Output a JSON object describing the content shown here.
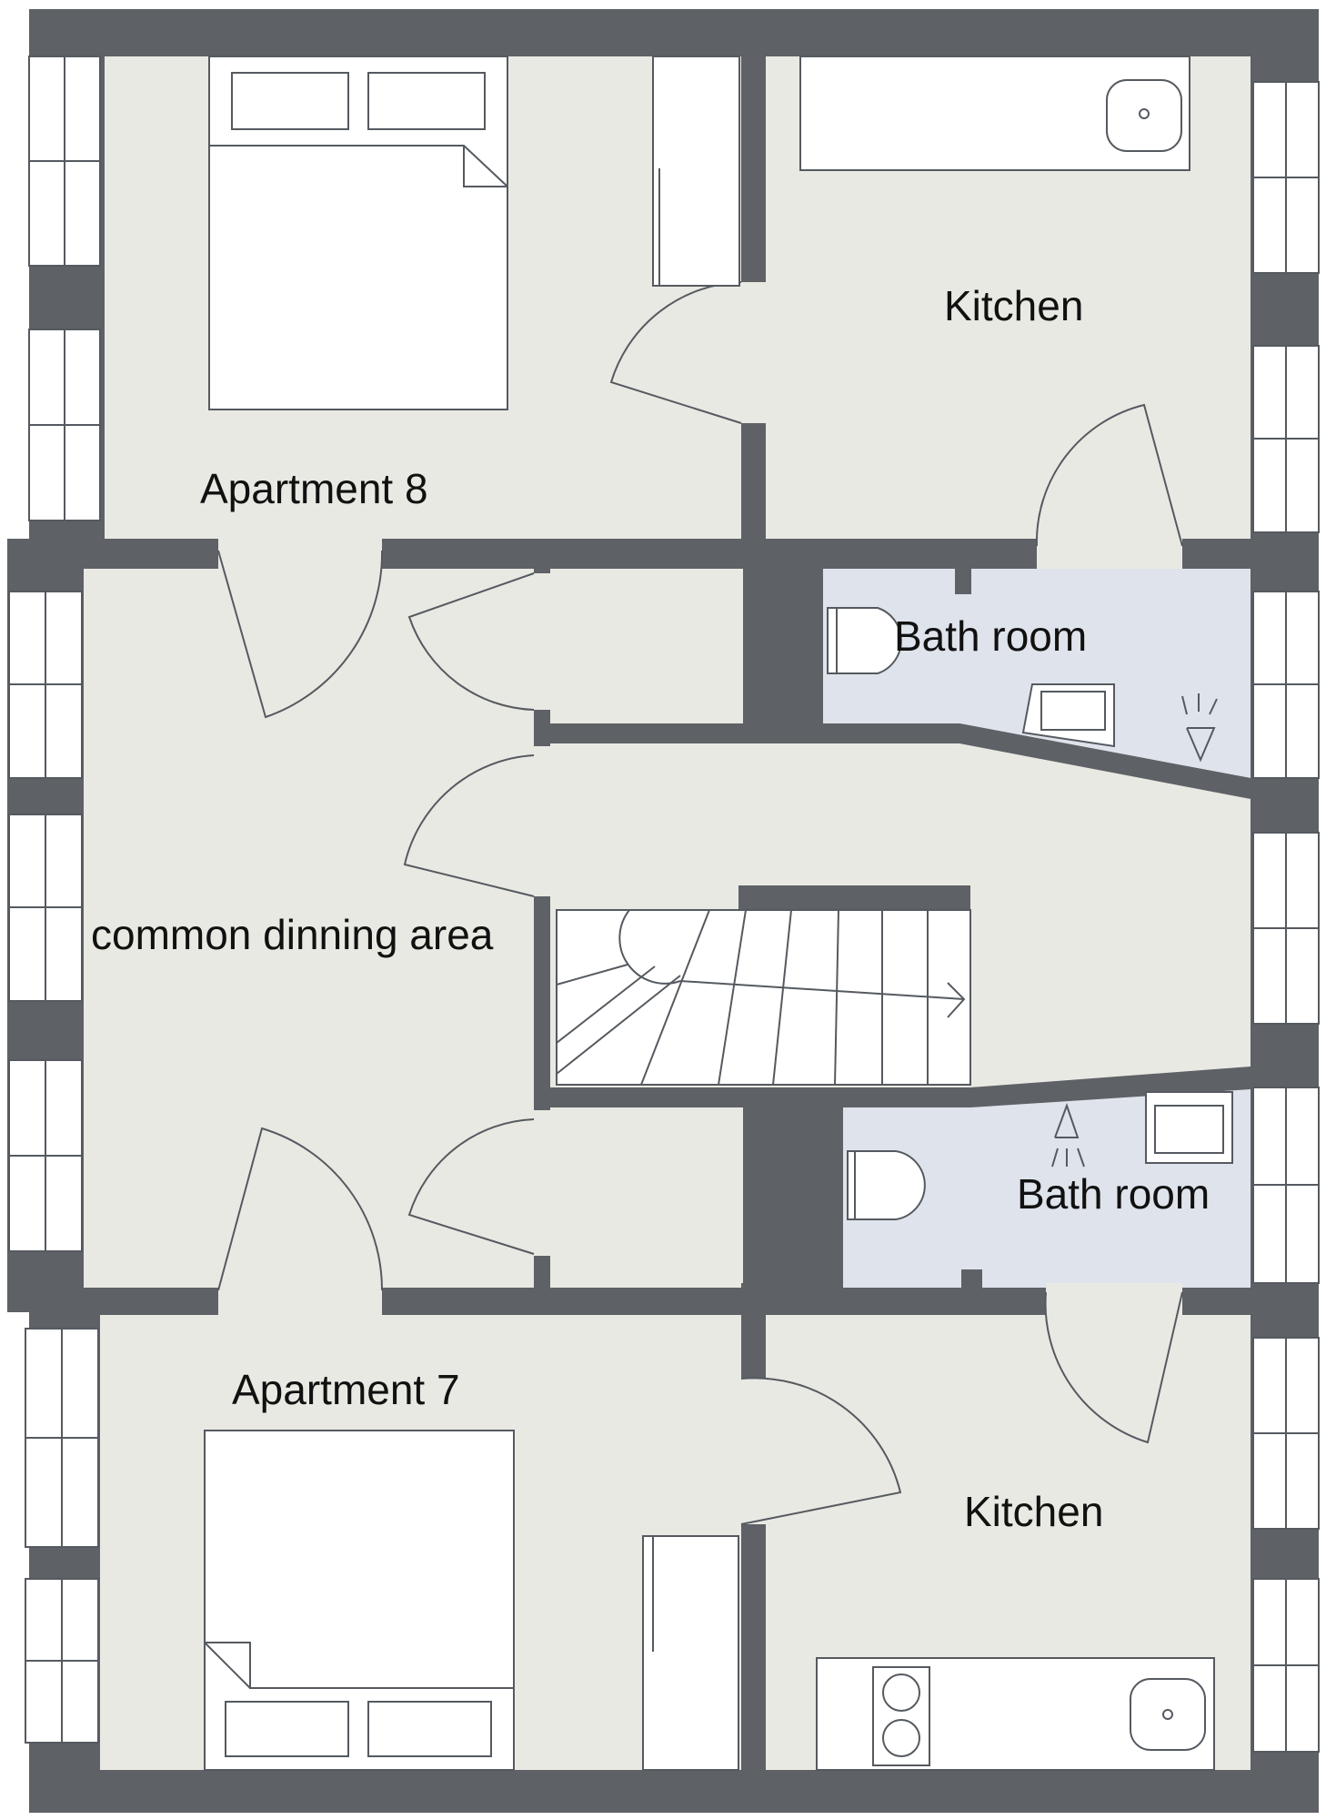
{
  "rooms": {
    "apartment_8": "Apartment 8",
    "kitchen_top": "Kitchen",
    "bath_top": "Bath room",
    "common": "common dinning area",
    "bath_bottom": "Bath room",
    "apartment_7": "Apartment 7",
    "kitchen_bottom": "Kitchen"
  },
  "colors": {
    "wall": "#5e6166",
    "floor": "#e9e9e3",
    "bath_floor": "#dfe3eb",
    "fixture": "#ffffff",
    "line": "#555a60"
  }
}
